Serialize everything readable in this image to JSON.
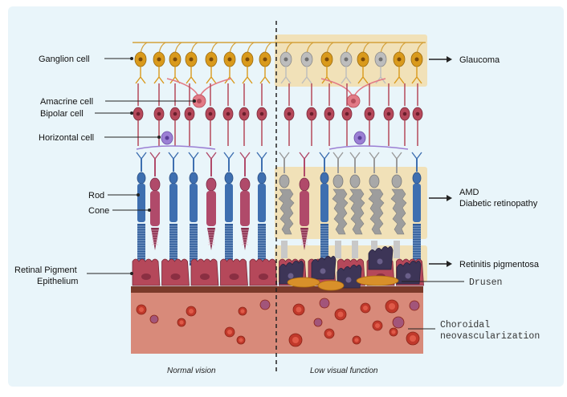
{
  "left_labels": {
    "ganglion": "Ganglion cell",
    "amacrine": "Amacrine cell",
    "bipolar": "Bipolar cell",
    "horizontal": "Horizontal cell",
    "rod": "Rod",
    "cone": "Cone",
    "rpe_line1": "Retinal Pigment",
    "rpe_line2": "Epithelium"
  },
  "right_labels": {
    "glaucoma": "Glaucoma",
    "amd": "AMD",
    "diabetic": "Diabetic retinopathy",
    "rp": "Retinitis pigmentosa",
    "drusen": "Drusen",
    "cnv_line1": "Choroidal",
    "cnv_line2": "neovascularization"
  },
  "footer": {
    "normal": "Normal vision",
    "low": "Low visual function"
  },
  "colors": {
    "panel_bg": "#e9f5fa",
    "highlight": "#f2dfb0",
    "ganglion": "#d99a1c",
    "ganglion_degenerated": "#bdbdbd",
    "axon": "#d4a13a",
    "bipolar": "#b5485a",
    "amacrine": "#e27a86",
    "horizontal": "#9b7fd4",
    "rod": "#3e6fb0",
    "cone": "#b04a6a",
    "rpe": "#b5485a",
    "drusen": "#d8902a",
    "choroid": "#d88a7a",
    "vessel": "#c0392b"
  }
}
